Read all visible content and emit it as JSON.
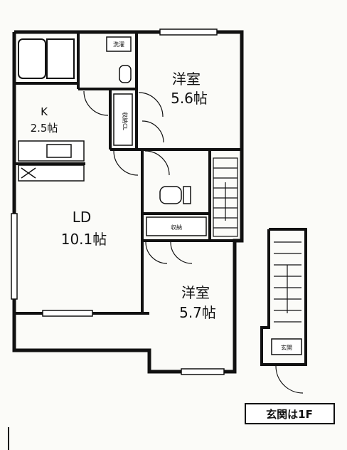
{
  "rooms": {
    "western_room_1": {
      "name": "洋室",
      "size": "5.6帖"
    },
    "kitchen": {
      "name": "K",
      "size": "2.5帖"
    },
    "living_dining": {
      "name": "LD",
      "size": "10.1帖"
    },
    "western_room_2": {
      "name": "洋室",
      "size": "5.7帖"
    }
  },
  "fixtures": {
    "washer": "洗濯",
    "closet": "収納CL",
    "storage": "収納",
    "entrance": "玄関"
  },
  "note": "玄関は1F"
}
